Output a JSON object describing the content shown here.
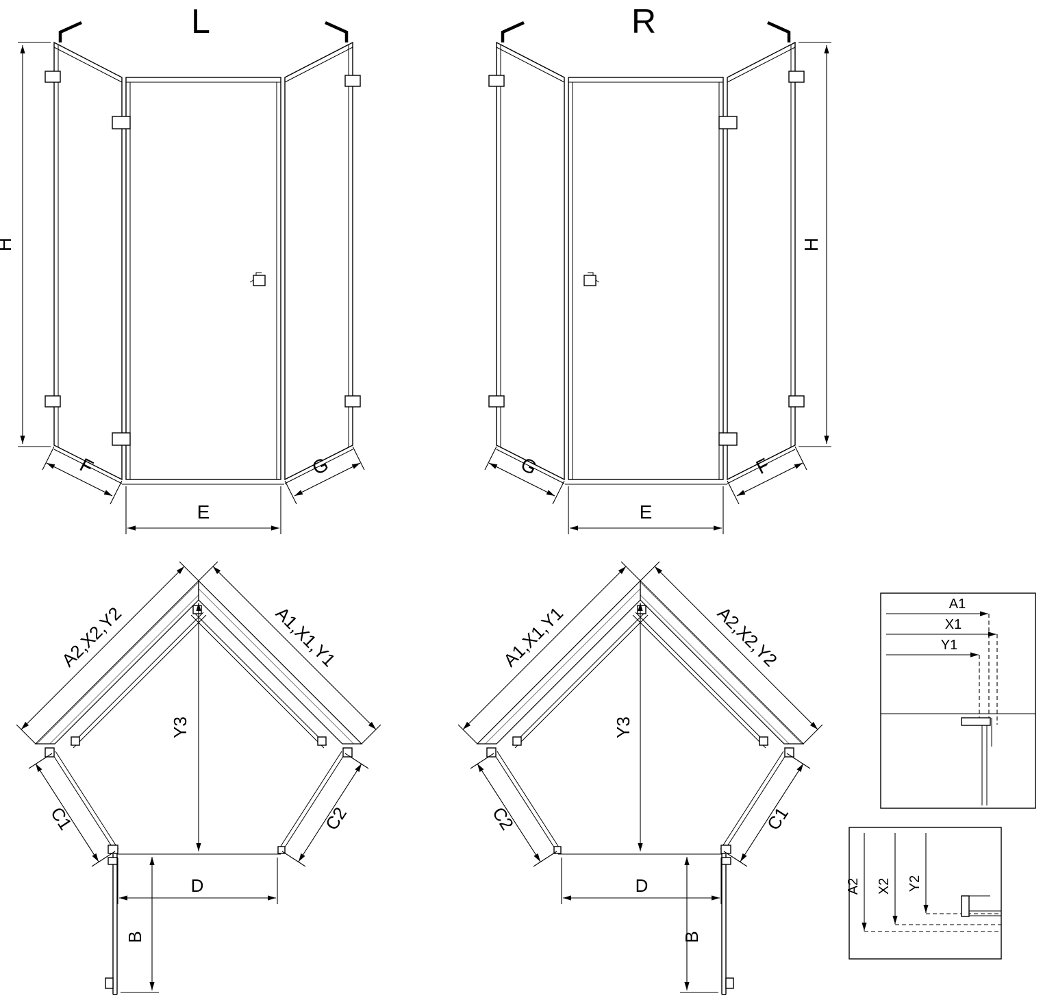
{
  "colors": {
    "background": "#ffffff",
    "line": "#000000"
  },
  "front_view_left": {
    "title": "L",
    "dim_height": "H",
    "dim_bottom_left": "F",
    "dim_bottom_center": "E",
    "dim_bottom_right": "G"
  },
  "front_view_right": {
    "title": "R",
    "dim_height": "H",
    "dim_bottom_left": "G",
    "dim_bottom_center": "E",
    "dim_bottom_right": "F"
  },
  "plan_view_left": {
    "dim_wall_left": "A2,X2,Y2",
    "dim_wall_right": "A1,X1,Y1",
    "dim_diagonal": "Y3",
    "dim_panel_left": "C1",
    "dim_panel_right": "C2",
    "dim_door_width": "D",
    "dim_door_projection": "B"
  },
  "plan_view_right": {
    "dim_wall_left": "A1,X1,Y1",
    "dim_wall_right": "A2,X2,Y2",
    "dim_diagonal": "Y3",
    "dim_panel_left": "C2",
    "dim_panel_right": "C1",
    "dim_door_width": "D",
    "dim_door_projection": "B"
  },
  "detail_top": {
    "dims": [
      "A1",
      "X1",
      "Y1"
    ]
  },
  "detail_bottom": {
    "dims": [
      "A2",
      "X2",
      "Y2"
    ]
  }
}
